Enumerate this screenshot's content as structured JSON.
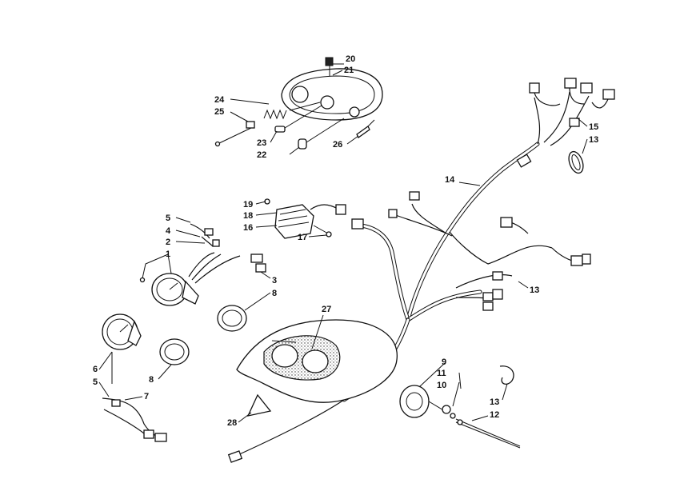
{
  "labels": {
    "l1": "1",
    "l2": "2",
    "l3": "3",
    "l4": "4",
    "l5a": "5",
    "l5b": "5",
    "l6": "6",
    "l7": "7",
    "l8a": "8",
    "l8b": "8",
    "l9": "9",
    "l10": "10",
    "l11": "11",
    "l12": "12",
    "l13a": "13",
    "l13b": "13",
    "l13c": "13",
    "l14": "14",
    "l15": "15",
    "l16": "16",
    "l17": "17",
    "l18": "18",
    "l19": "19",
    "l20": "20",
    "l21": "21",
    "l22": "22",
    "l23": "23",
    "l24": "24",
    "l25": "25",
    "l26": "26",
    "l27": "27",
    "l28": "28"
  }
}
